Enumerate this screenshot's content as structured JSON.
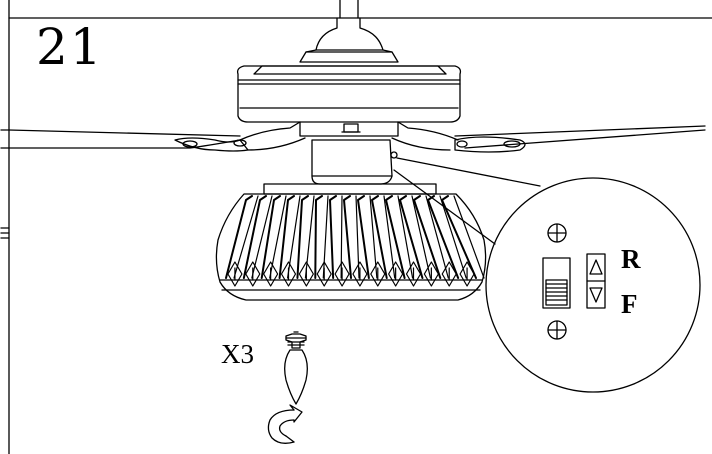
{
  "step": {
    "number": "21"
  },
  "bulb": {
    "quantity_label": "X3"
  },
  "switch": {
    "reverse_label": "R",
    "forward_label": "F"
  }
}
